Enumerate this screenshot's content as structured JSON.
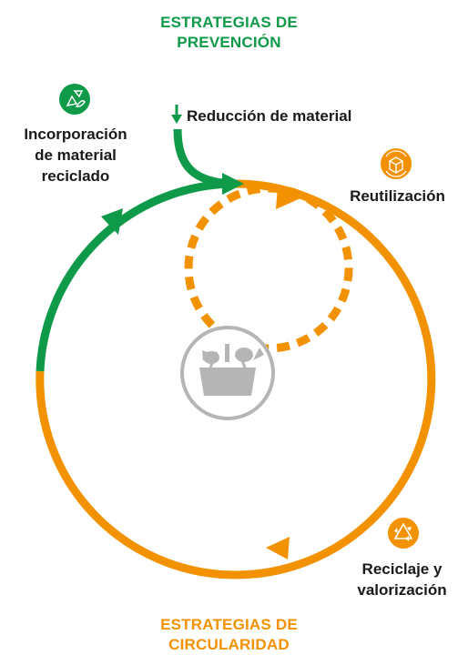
{
  "headings": {
    "prevention": [
      "ESTRATEGIAS DE",
      "PREVENCIÓN"
    ],
    "circularity": [
      "ESTRATEGIAS DE",
      "CIRCULARIDAD"
    ]
  },
  "labels": {
    "incorporation": [
      "Incorporación",
      "de material",
      "reciclado"
    ],
    "reduction": "Reducción de material",
    "reuse": "Reutilización",
    "recycling": [
      "Reciclaje y",
      "valorización"
    ]
  },
  "icons": {
    "incorporation": "recycle-leaf-icon",
    "reuse": "box-reuse-icon",
    "recycling": "recycle-icon",
    "center": "shopping-basket-icon",
    "reduction_arrow": "arrow-down-icon"
  },
  "colors": {
    "green": "#0e9a48",
    "orange": "#f39200",
    "gray": "#b5b5b5",
    "text": "#1a1a1a"
  }
}
